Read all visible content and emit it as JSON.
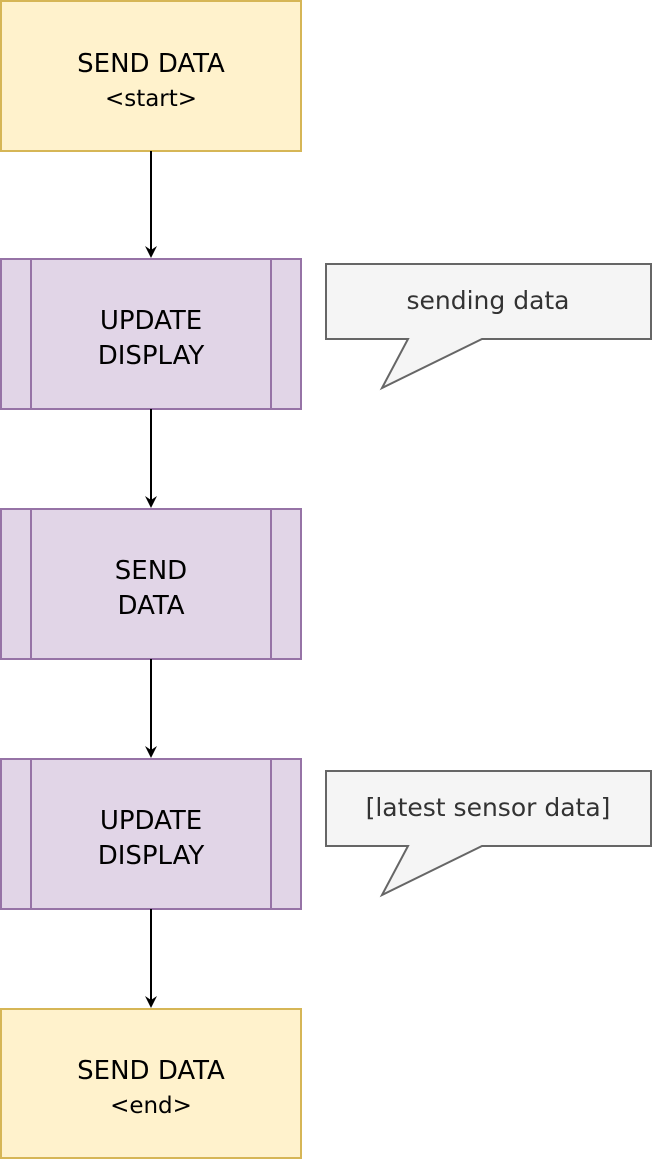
{
  "flowchart": {
    "start": {
      "title": "SEND DATA",
      "subtitle": "<start>"
    },
    "step_update_display_1": {
      "line1": "UPDATE",
      "line2": "DISPLAY"
    },
    "step_send_data": {
      "line1": "SEND",
      "line2": "DATA"
    },
    "step_update_display_2": {
      "line1": "UPDATE",
      "line2": "DISPLAY"
    },
    "end": {
      "title": "SEND DATA",
      "subtitle": "<end>"
    }
  },
  "callouts": {
    "first": "sending data",
    "second": "[latest sensor data]"
  },
  "colors": {
    "terminal_fill": "#fff2cc",
    "terminal_stroke": "#d6b656",
    "process_fill": "#e1d5e7",
    "process_stroke": "#9673a6",
    "callout_fill": "#f5f5f5",
    "callout_stroke": "#666666",
    "arrow": "#000000"
  }
}
